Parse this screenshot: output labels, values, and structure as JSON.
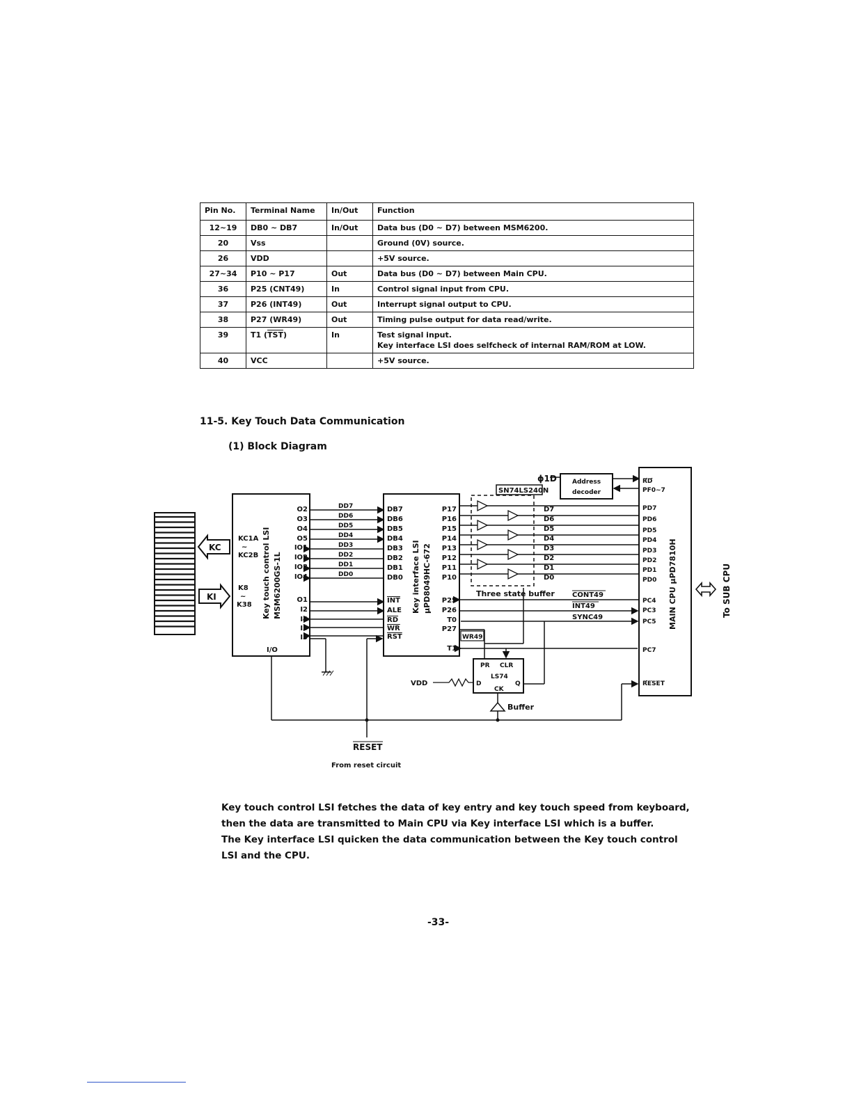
{
  "table": {
    "headers": [
      "Pin No.",
      "Terminal Name",
      "In/Out",
      "Function"
    ],
    "rows": [
      {
        "pin": "12~19",
        "terminal": "DB0 ~ DB7",
        "io": "In/Out",
        "function": "Data bus (D0 ~ D7) between MSM6200.",
        "function2": ""
      },
      {
        "pin": "20",
        "terminal": "Vss",
        "io": "",
        "function": "Ground (0V) source.",
        "function2": ""
      },
      {
        "pin": "26",
        "terminal": "VDD",
        "io": "",
        "function": "+5V source.",
        "function2": ""
      },
      {
        "pin": "27~34",
        "terminal": "P10 ~ P17",
        "io": "Out",
        "function": "Data bus (D0 ~ D7) between Main CPU.",
        "function2": ""
      },
      {
        "pin": "36",
        "terminal": "P25 (CNT49)",
        "io": "In",
        "function": "Control signal input from CPU.",
        "function2": ""
      },
      {
        "pin": "37",
        "terminal": "P26 (INT49)",
        "io": "Out",
        "function": "Interrupt signal output to CPU.",
        "function2": ""
      },
      {
        "pin": "38",
        "terminal": "P27 (WR49)",
        "io": "Out",
        "function": "Timing pulse output for data read/write.",
        "function2": ""
      },
      {
        "pin": "39",
        "terminal": "T1 (",
        "terminal_ovl": "TST",
        "terminal_end": ")",
        "io": "In",
        "function": "Test signal input.",
        "function2": "Key interface LSI does selfcheck of internal RAM/ROM at LOW."
      },
      {
        "pin": "40",
        "terminal": "VCC",
        "io": "",
        "function": "+5V source.",
        "function2": ""
      }
    ]
  },
  "section": {
    "title": "11-5. Key Touch Data Communication",
    "subtitle": "(1) Block Diagram"
  },
  "diagram": {
    "kc_label": "KC",
    "ki_label": "KI",
    "key_touch_lsi": {
      "name": "Key touch control LSI",
      "part": "MSM6200GS-1L",
      "left_pins": [
        "KC1A",
        "~",
        "KC2B",
        "K8",
        "~",
        "K38"
      ],
      "right_pins": [
        "O2",
        "O3",
        "O4",
        "O5",
        "IO1",
        "IO2",
        "IO3",
        "IO4",
        "O1",
        "I2",
        "I4",
        "I3",
        "I5"
      ],
      "bottom": "I/O"
    },
    "bus_labels": [
      "DD7",
      "DD6",
      "DD5",
      "DD4",
      "DD3",
      "DD2",
      "DD1",
      "DD0"
    ],
    "key_interface_lsi": {
      "name": "Key interface LSI",
      "part": "µPD8049HC-672",
      "left_pins": [
        "DB7",
        "DB6",
        "DB5",
        "DB4",
        "DB3",
        "DB2",
        "DB1",
        "DB0",
        "INT",
        "ALE",
        "RD",
        "WR",
        "RST"
      ],
      "right_pins": [
        "P17",
        "P16",
        "P15",
        "P14",
        "P13",
        "P12",
        "P11",
        "P10",
        "P25",
        "P26",
        "T0",
        "P27",
        "T1"
      ]
    },
    "buffer_chip": "SN74LS240N",
    "phi_label": "ϕ1D",
    "d_lines": [
      "D7",
      "D6",
      "D5",
      "D4",
      "D3",
      "D2",
      "D1",
      "D0"
    ],
    "three_state": "Three state buffer",
    "address_decoder": [
      "Address",
      "decoder"
    ],
    "signals": [
      "CONT49",
      "INT49",
      "SYNC49",
      "WR49"
    ],
    "flipflop": {
      "pr": "PR",
      "clr": "CLR",
      "name": "LS74",
      "d": "D",
      "q": "Q",
      "ck": "CK"
    },
    "vdd": "VDD",
    "buffer_label": "Buffer",
    "reset_label": "RESET",
    "reset_source": "From reset circuit",
    "main_cpu": {
      "name": "MAIN CPU µPD7810H",
      "pins": [
        "RD",
        "PF0~7",
        "PD7",
        "PD6",
        "PD5",
        "PD4",
        "PD3",
        "PD2",
        "PD1",
        "PD0",
        "PC4",
        "PC3",
        "PC5",
        "PC7",
        "RESET"
      ]
    },
    "sub_cpu": "To SUB CPU"
  },
  "description": {
    "p1": "Key touch control LSI fetches the data of key entry and key touch speed from keyboard, then the data are transmitted to Main CPU via Key interface LSI which is a buffer.",
    "p2": "The Key interface LSI quicken the data communication between the Key touch control LSI and the CPU."
  },
  "page_number": "-33-"
}
